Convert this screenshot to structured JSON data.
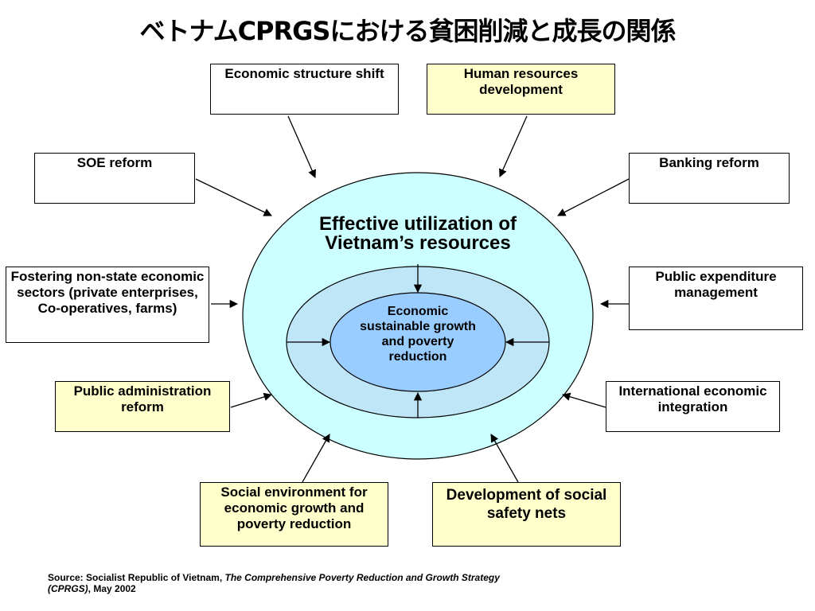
{
  "title": "ベトナムCPRGSにおける貧困削減と成長の関係",
  "center": {
    "outer_label": "Effective utilization of Vietnam’s resources",
    "inner_label": "Economic sustainable growth and poverty reduction"
  },
  "boxes": {
    "economic_structure_shift": "Economic structure shift",
    "human_resources_development": "Human resources development",
    "soe_reform": "SOE reform",
    "banking_reform": "Banking reform",
    "fostering_non_state": "Fostering non-state economic sectors (private enterprises, Co-operatives, farms)",
    "public_expenditure_management": "Public expenditure management",
    "public_administration_reform": "Public administration reform",
    "international_economic_integration": "International economic integration",
    "social_environment": "Social environment for economic growth and poverty reduction",
    "social_safety_nets": "Development of social safety nets"
  },
  "source": {
    "prefix": "Source: Socialist Republic of Vietnam, ",
    "title": "The Comprehensive Poverty Reduction and Growth Strategy (CPRGS)",
    "suffix": ", May 2002"
  },
  "colors": {
    "outer_ellipse": "#ccffff",
    "middle_ellipse": "#bfe6f7",
    "inner_ellipse": "#99ccff",
    "highlight_box": "#ffffcc"
  }
}
